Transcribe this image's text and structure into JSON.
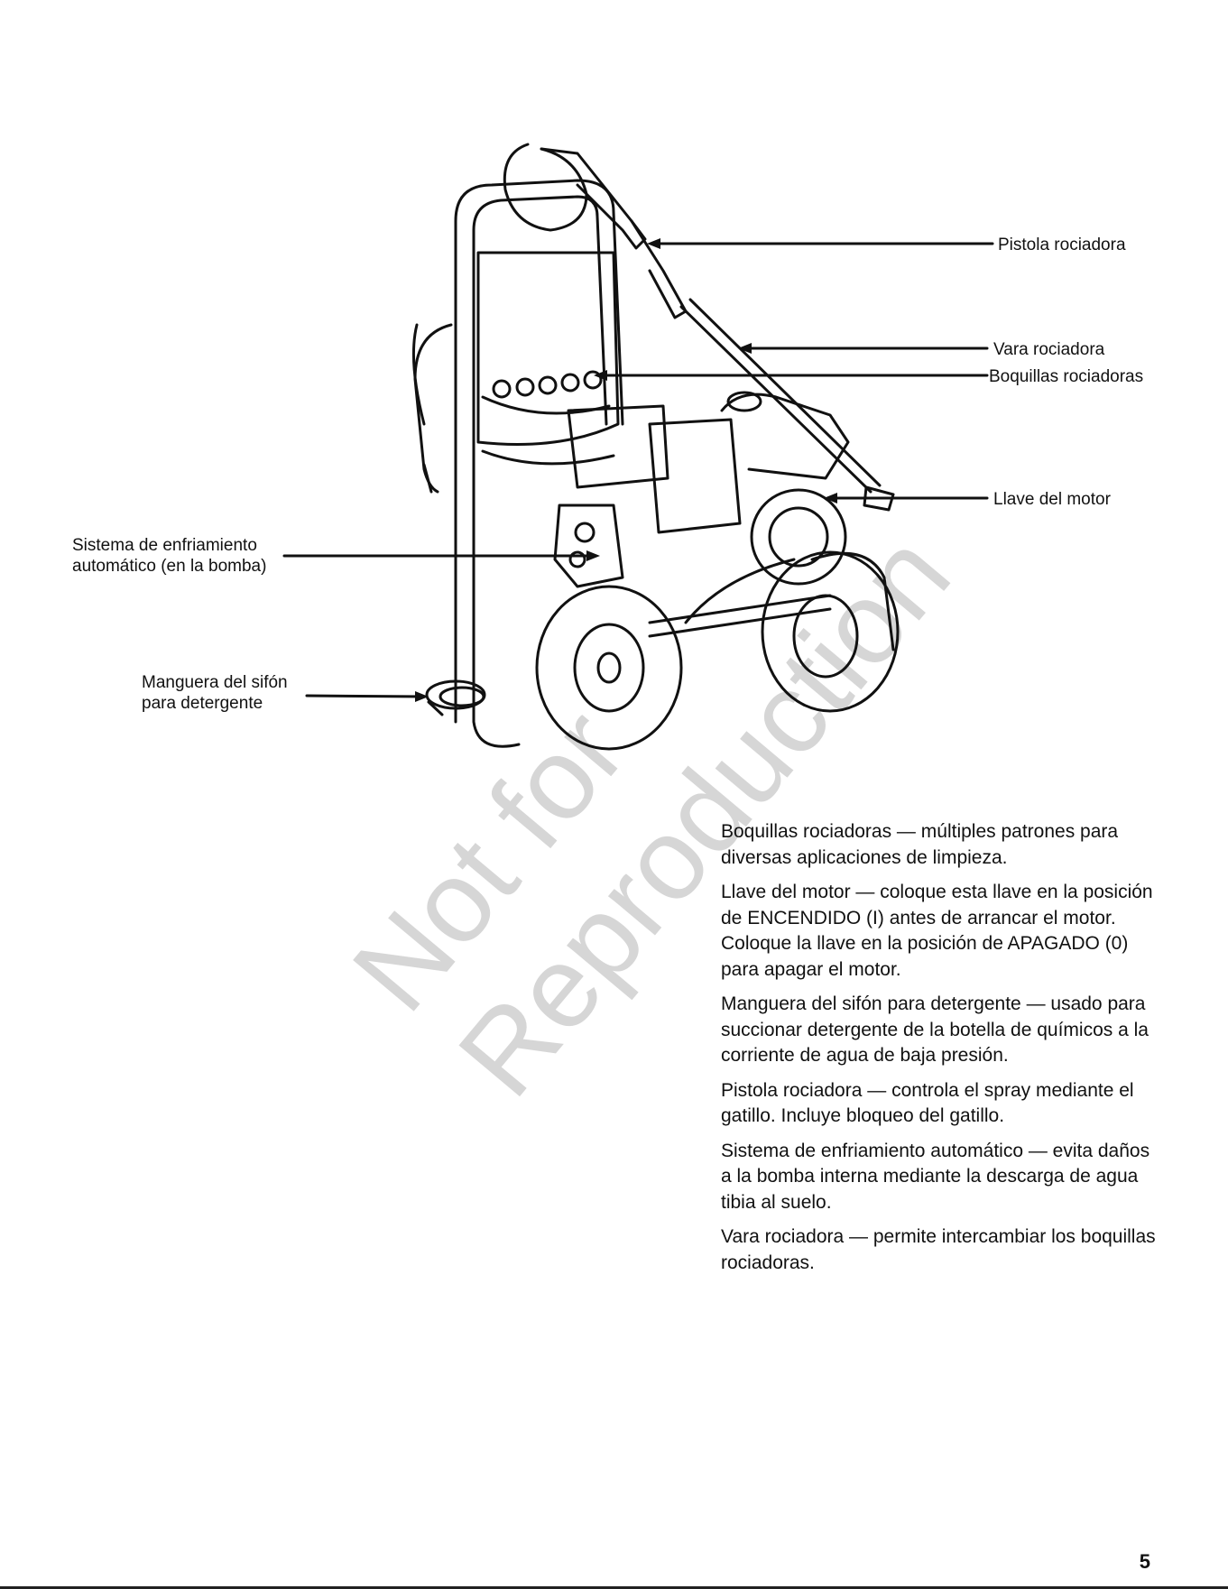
{
  "callouts": {
    "spray_gun": "Pistola rociadora",
    "spray_wand": "Vara rociadora",
    "spray_nozzles": "Boquillas rociadoras",
    "engine_key": "Llave del motor",
    "cooling_line1": "Sistema de enfriamiento",
    "cooling_line2": "automático (en la bomba)",
    "siphon_line1": "Manguera del sifón",
    "siphon_line2": "para detergente"
  },
  "descriptions": [
    "Boquillas rociadoras — múltiples patrones para diversas aplicaciones de limpieza.",
    "Llave del motor — coloque esta llave en la posición de ENCENDIDO (I) antes de arrancar el motor. Coloque la llave en la posición de APAGADO (0) para apagar el motor.",
    "Manguera del sifón para detergente — usado para succionar detergente de la botella de químicos a la corriente de agua de baja presión.",
    "Pistola rociadora — controla el spray mediante el gatillo. Incluye bloqueo del gatillo.",
    "Sistema de enfriamiento automático — evita daños a la bomba interna mediante la descarga de agua tibia al suelo.",
    "Vara rociadora — permite intercambiar los boquillas rociadoras."
  ],
  "watermark": {
    "line1": "Not for",
    "line2": "Reproduction"
  },
  "page_number": "5"
}
